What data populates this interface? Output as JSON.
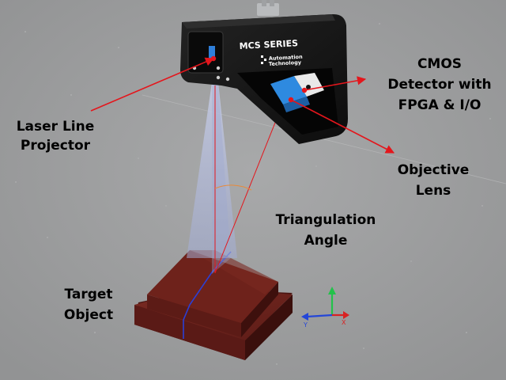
{
  "labels": {
    "laser_line": [
      "Laser Line",
      "Projector"
    ],
    "cmos": [
      "CMOS",
      "Detector with",
      "FPGA & I/O"
    ],
    "objective": [
      "Objective",
      "Lens"
    ],
    "triangulation": [
      "Triangulation",
      "Angle"
    ],
    "target": [
      "Target",
      "Object"
    ]
  },
  "device": {
    "series": "MCS SERIES",
    "brand_line1": "Automation",
    "brand_line2": "Technology"
  },
  "axes": {
    "x": "X",
    "y": "Y"
  },
  "colors": {
    "background": "#9d9e9f",
    "arrow": "#e4161c",
    "housing": "#141414",
    "target": "#6e1f1a",
    "laser_plane": "#a9b3d6"
  }
}
